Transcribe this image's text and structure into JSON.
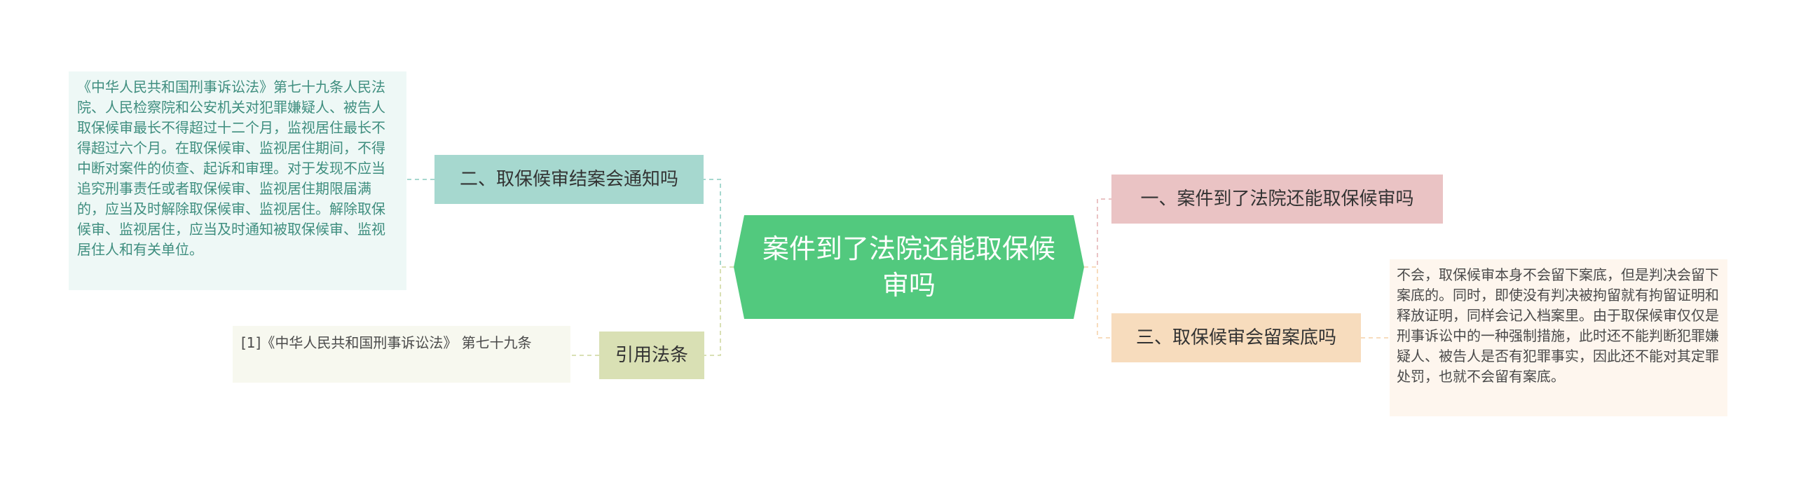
{
  "center": {
    "title": "案件到了法院还能取保候审吗"
  },
  "branches": {
    "notice": {
      "label": "二、取保候审结案会通知吗"
    },
    "citation": {
      "label": "引用法条"
    },
    "court": {
      "label": "一、案件到了法院还能取保候审吗"
    },
    "record": {
      "label": "三、取保候审会留案底吗"
    }
  },
  "leaves": {
    "notice_detail": "《中华人民共和国刑事诉讼法》第七十九条人民法院、人民检察院和公安机关对犯罪嫌疑人、被告人取保候审最长不得超过十二个月，监视居住最长不得超过六个月。在取保候审、监视居住期间，不得中断对案件的侦查、起诉和审理。对于发现不应当追究刑事责任或者取保候审、监视居住期限届满的，应当及时解除取保候审、监视居住。解除取保候审、监视居住，应当及时通知被取保候审、监视居住人和有关单位。",
    "citation_detail": "[1]《中华人民共和国刑事诉讼法》 第七十九条",
    "record_detail": "不会，取保候审本身不会留下案底，但是判决会留下案底的。同时，即使没有判决被拘留就有拘留证明和释放证明，同样会记入档案里。由于取保候审仅仅是刑事诉讼中的一种强制措施，此时还不能判断犯罪嫌疑人、被告人是否有犯罪事实，因此还不能对其定罪处罚，也就不会留有案底。"
  },
  "colors": {
    "center": "#52c97e",
    "teal": "#a6d8cf",
    "olive": "#d9e0b4",
    "pink": "#eac3c4",
    "peach": "#f7dcbd"
  }
}
